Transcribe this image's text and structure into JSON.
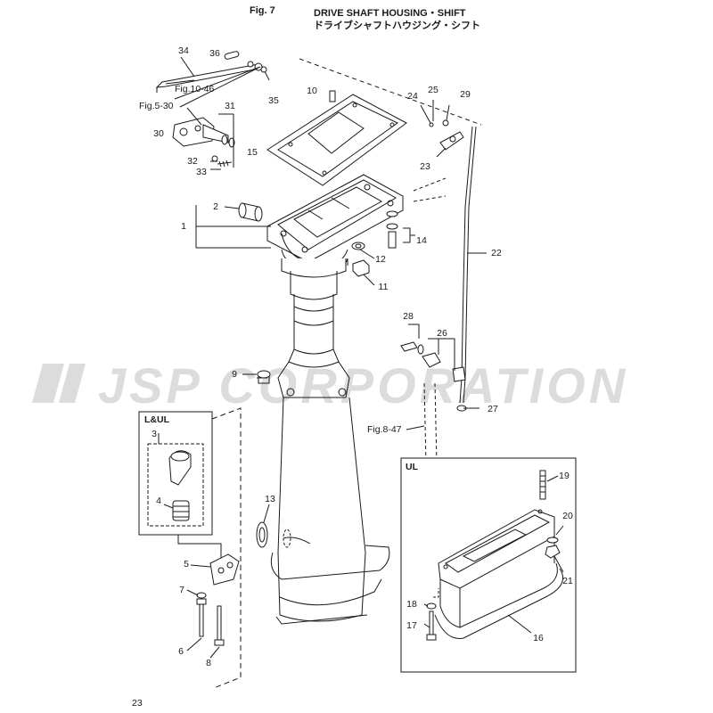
{
  "header": {
    "fig_label": "Fig. 7",
    "title_en": "DRIVE SHAFT HOUSING・SHIFT",
    "title_jp": "ドライブシャフトハウジング・シフト"
  },
  "watermark": "JSP CORPORATION",
  "references": {
    "fig_10_46": "Fig.10-46",
    "fig_5_30": "Fig.5-30",
    "fig_8_47": "Fig.8-47"
  },
  "boxes": {
    "l_ul": "L&UL",
    "ul": "UL"
  },
  "callouts": [
    "1",
    "2",
    "3",
    "4",
    "5",
    "6",
    "7",
    "8",
    "9",
    "10",
    "11",
    "12",
    "13",
    "14",
    "15",
    "16",
    "17",
    "18",
    "19",
    "20",
    "21",
    "22",
    "23",
    "24",
    "25",
    "26",
    "27",
    "28",
    "29",
    "30",
    "31",
    "32",
    "33",
    "34",
    "35",
    "36"
  ],
  "page_number": "23",
  "colors": {
    "line": "#1a1a1a",
    "watermark": "#d9d9d9",
    "fill": "#ffffff"
  }
}
